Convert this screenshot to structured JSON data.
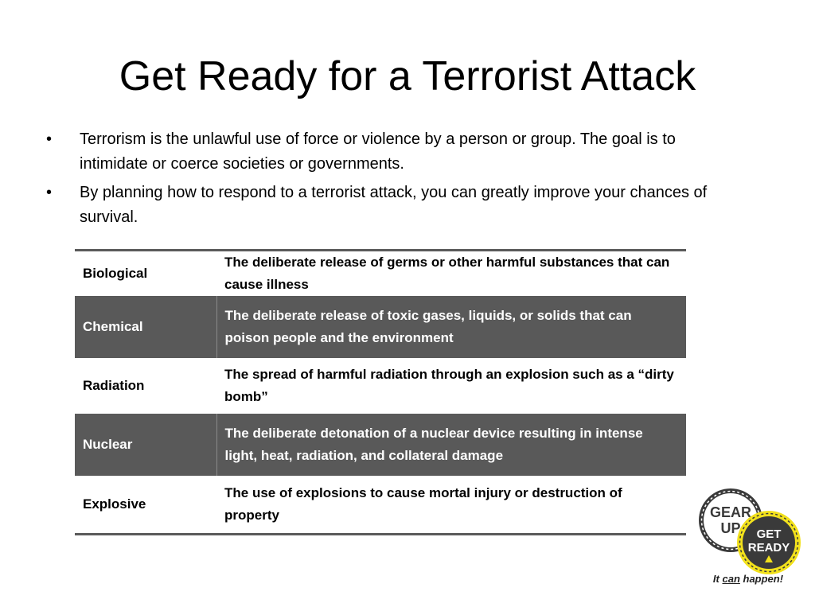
{
  "title": "Get Ready for a Terrorist Attack",
  "bullets": [
    "Terrorism is the unlawful use of force or violence by a person or group. The goal is to intimidate or coerce societies or governments.",
    "By planning how to respond to a terrorist attack, you can greatly improve your chances of survival."
  ],
  "bullet_glyph": "•",
  "table": {
    "rows": [
      {
        "type": "Biological",
        "description": "The deliberate release of germs or other harmful substances that can cause illness"
      },
      {
        "type": "Chemical",
        "description": "The deliberate release of toxic gases, liquids, or solids that can poison people and the environment"
      },
      {
        "type": "Radiation",
        "description": "The spread of harmful radiation through an explosion such as a “dirty bomb”"
      },
      {
        "type": "Nuclear",
        "description": "The deliberate detonation of a nuclear device resulting in intense light, heat, radiation, and collateral damage"
      },
      {
        "type": "Explosive",
        "description": "The use of explosions to cause mortal injury or destruction of property"
      }
    ]
  },
  "logo": {
    "gear_text_1": "GEAR",
    "gear_text_2": "UP",
    "ready_text_1": "GET",
    "ready_text_2": "READY",
    "tagline_1": "It ",
    "tagline_can": "can",
    "tagline_2": " happen!"
  },
  "colors": {
    "dark_row": "#595959",
    "rule": "#5a5a5a",
    "logo_yellow": "#f2e11c",
    "logo_dark": "#3a3a3a"
  }
}
